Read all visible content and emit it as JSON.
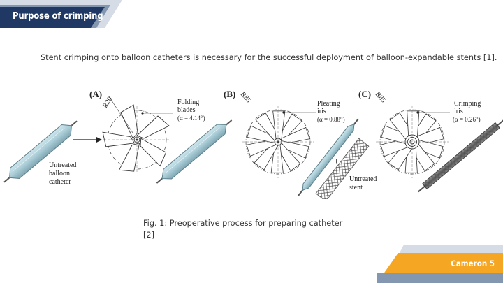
{
  "header": {
    "title": "Purpose of crimping"
  },
  "body": {
    "intro": "Stent crimping onto balloon catheters is necessary for the successful deployment of balloon-expandable stents [1]."
  },
  "figure": {
    "panel_a": {
      "label": "(A)",
      "radius": "R20",
      "tool_line1": "Folding",
      "tool_line2": "blades",
      "angle": "(α = 4.14°)",
      "note_line1": "Untreated",
      "note_line2": "balloon",
      "note_line3": "catheter"
    },
    "panel_b": {
      "label": "(B)",
      "radius": "R85",
      "tool_line1": "Pleating",
      "tool_line2": "iris",
      "angle": "(α = 0.88°)",
      "plus": "+",
      "note_line1": "Untreated",
      "note_line2": "stent"
    },
    "panel_c": {
      "label": "(C)",
      "radius": "R85",
      "tool_line1": "Crimping",
      "tool_line2": "iris",
      "angle": "(α = 0.26°)"
    },
    "caption": "Fig. 1: Preoperative process for preparing catheter [2]"
  },
  "footer": {
    "label": "Cameron 5"
  },
  "colors": {
    "navy": "#1f3864",
    "slate": "#8497b0",
    "light_blue": "#d6dce5",
    "orange": "#f5a623",
    "balloon": "#a9ccd6",
    "balloon_edge": "#5c7f8a"
  }
}
